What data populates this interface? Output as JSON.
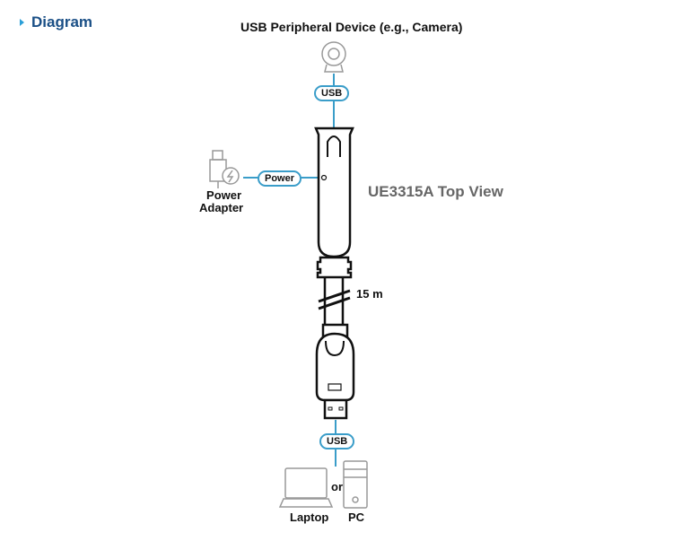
{
  "heading": "Diagram",
  "peripheral_label": "USB Peripheral Device (e.g., Camera)",
  "usb_top": "USB",
  "power_pill": "Power",
  "power_adapter": [
    "Power",
    "Adapter"
  ],
  "product_label": "UE3315A Top View",
  "cable_length": "15 m",
  "usb_bottom": "USB",
  "or": "or",
  "laptop": "Laptop",
  "pc": "PC",
  "colors": {
    "heading": "#1a4f86",
    "accent": "#3a9dc9",
    "product": "#666666"
  }
}
